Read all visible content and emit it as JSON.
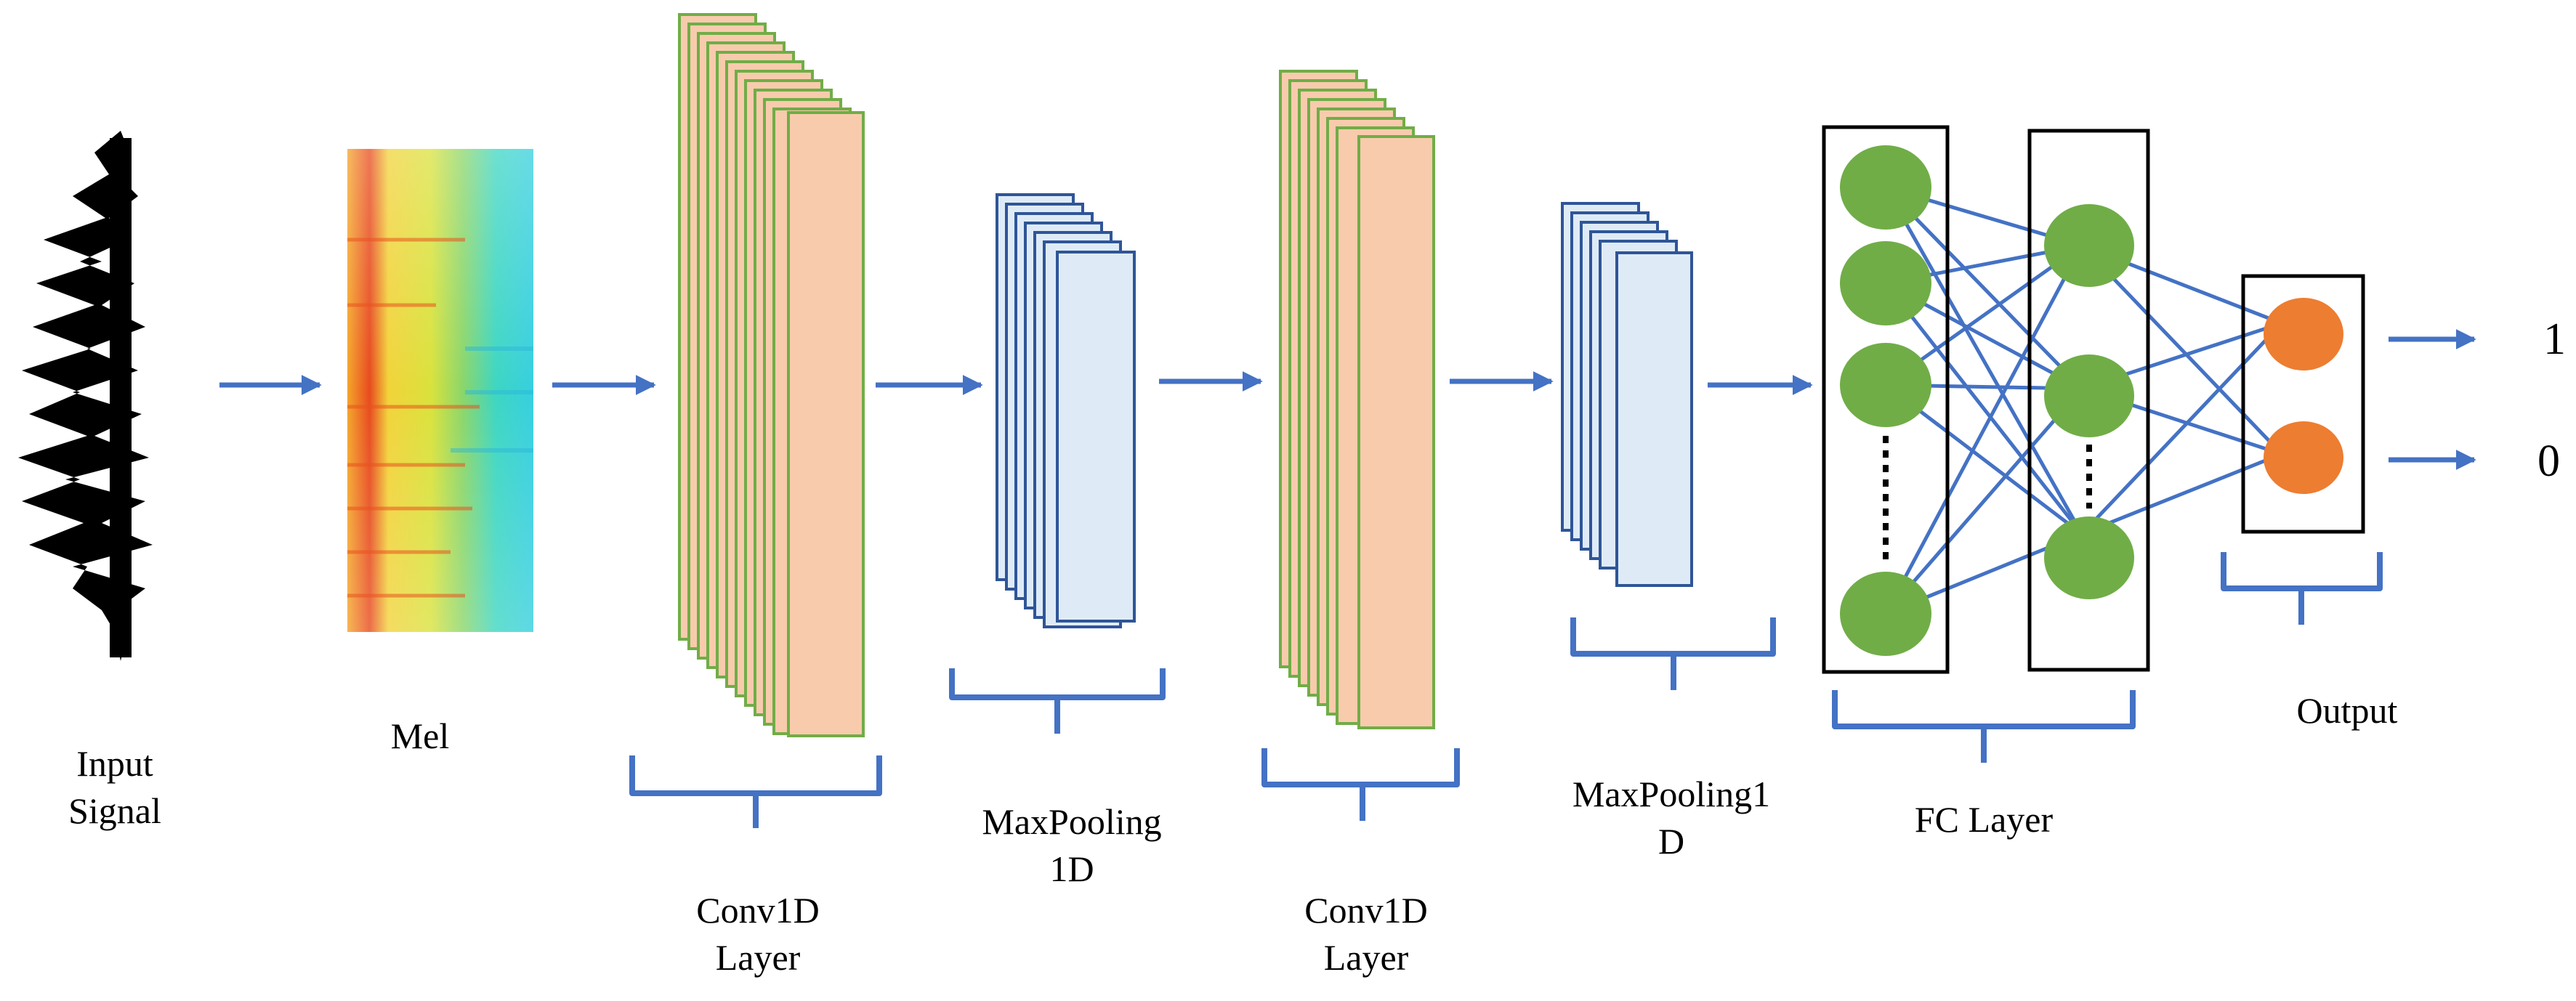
{
  "labels": {
    "input_line1": "Input",
    "input_line2": "Signal",
    "mel": "Mel",
    "conv1_line1": "Conv1D",
    "conv1_line2": "Layer",
    "pool1_line1": "MaxPooling",
    "pool1_line2": "1D",
    "conv2_line1": "Conv1D",
    "conv2_line2": "Layer",
    "pool2_line1": "MaxPooling1",
    "pool2_line2": "D",
    "fc": "FC Layer",
    "output": "Output",
    "out1": "1",
    "out0": "0"
  },
  "colors": {
    "arrow": "#4472C4",
    "conv_fill": "#F8CBAD",
    "conv_stroke": "#70AD47",
    "pool_fill": "#DEEBF7",
    "pool_stroke": "#2F5597",
    "neuron_green": "#70AD47",
    "neuron_orange": "#ED7D31",
    "brace": "#4472C4",
    "waveform": "#000000"
  },
  "icons": {
    "input": "audio-waveform-icon",
    "mel": "mel-spectrogram-image"
  }
}
